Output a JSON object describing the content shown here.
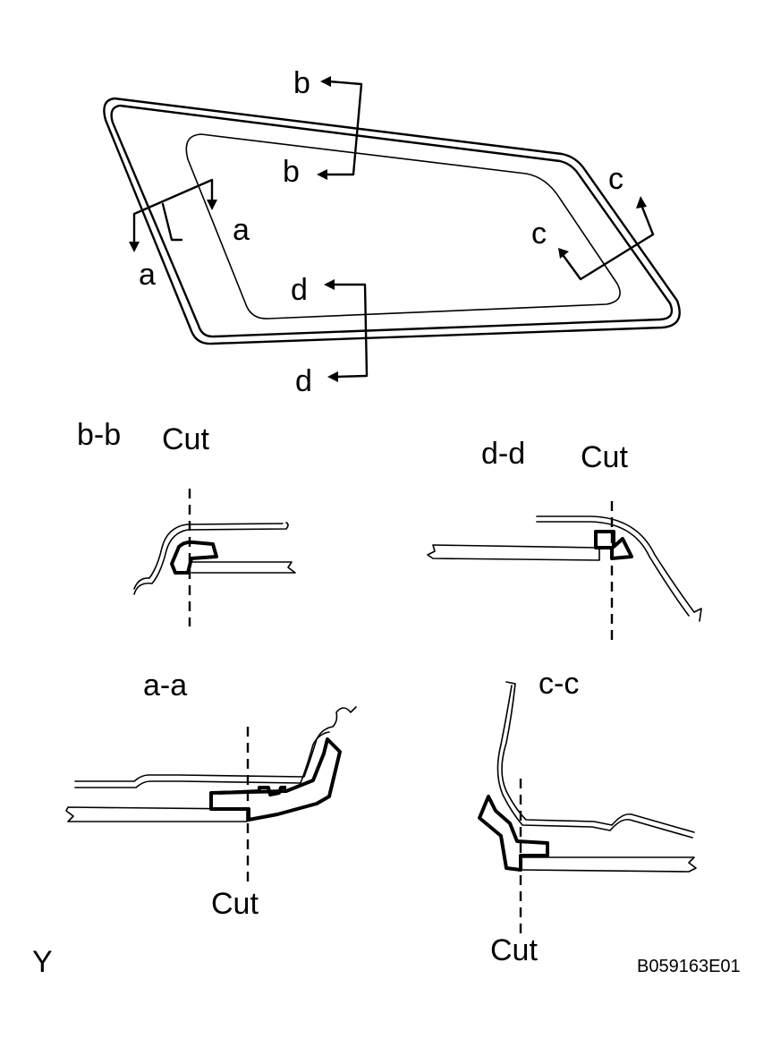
{
  "window_labels": {
    "a_left": "a",
    "a_right": "a",
    "b_top": "b",
    "b_bottom": "b",
    "c_top": "c",
    "c_bottom": "c",
    "d_top": "d",
    "d_bottom": "d"
  },
  "sections": {
    "bb": {
      "title": "b-b",
      "cut_label": "Cut"
    },
    "dd": {
      "title": "d-d",
      "cut_label": "Cut"
    },
    "aa": {
      "title": "a-a",
      "cut_label": "Cut"
    },
    "cc": {
      "title": "c-c",
      "cut_label": "Cut"
    }
  },
  "corner_mark": "Y",
  "figure_code": "B059163E01"
}
